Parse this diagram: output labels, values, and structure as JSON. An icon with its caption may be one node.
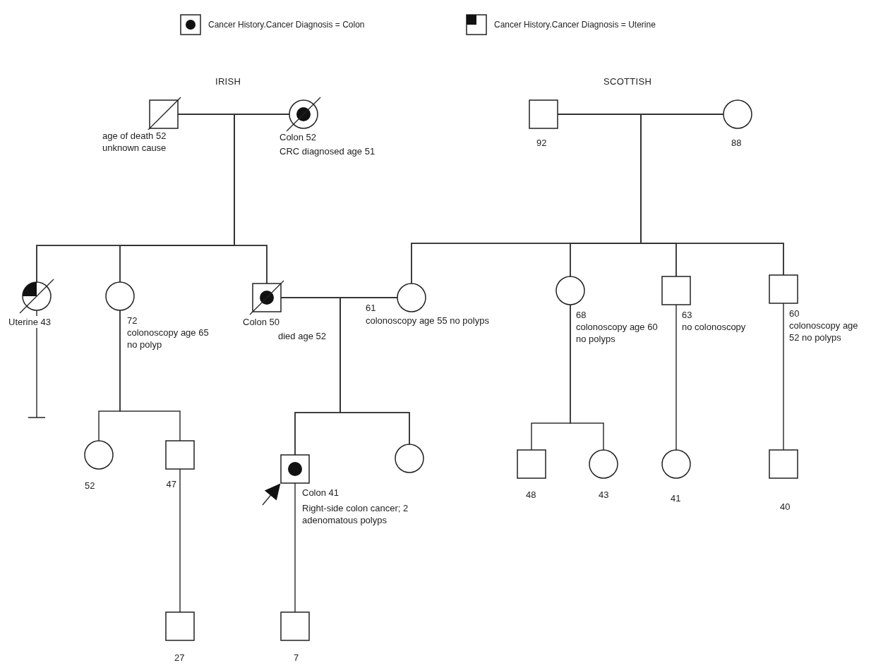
{
  "diagram": {
    "nodes": [
      {
        "text": [],
        "shape": "box",
        "beside": [
          "age of death 52 unknown cause"
        ]
      },
      {
        "text": [],
        "shape": "circle",
        "beside": [
          "Colon 52",
          "CRC diagnosed age 51"
        ]
      },
      {
        "text": [],
        "shape": "box",
        "beside": [
          "92"
        ]
      },
      {
        "text": [],
        "shape": "circle",
        "beside": [
          "88"
        ]
      },
      {
        "text": [],
        "shape": "circle",
        "beside": [
          "Uterine 43"
        ]
      },
      {
        "text": [],
        "shape": "circle",
        "beside": [
          "72",
          "colonoscopy age 65 no polyp"
        ]
      },
      {
        "text": [],
        "shape": "box",
        "beside": [
          "Colon 50",
          "died age 52"
        ]
      },
      {
        "text": [],
        "shape": "circle",
        "beside": [
          "61",
          "colonoscopy age 55 no polyps"
        ]
      },
      {
        "text": [],
        "shape": "circle",
        "beside": [
          "68",
          "colonoscopy age 60 no polyps"
        ]
      },
      {
        "text": [],
        "shape": "box",
        "beside": [
          "63",
          "no colonoscopy"
        ]
      },
      {
        "text": [],
        "shape": "box",
        "beside": [
          "60",
          "colonoscopy age 52 no polyps"
        ]
      },
      {
        "text": [],
        "shape": "circle",
        "beside": [
          "52"
        ]
      },
      {
        "text": [],
        "shape": "box",
        "beside": [
          "47"
        ]
      },
      {
        "text": [],
        "shape": "box",
        "beside": [
          "Colon 41",
          "Right-side colon cancer; 2 adenomatous polyps"
        ]
      },
      {
        "text": [],
        "shape": "circle"
      },
      {
        "text": [],
        "shape": "box",
        "beside": [
          "48"
        ]
      },
      {
        "text": [],
        "shape": "circle",
        "beside": [
          "43"
        ]
      },
      {
        "text": [],
        "shape": "circle",
        "beside": [
          "41"
        ]
      },
      {
        "text": [],
        "shape": "box",
        "beside": [
          "40"
        ]
      },
      {
        "text": [],
        "shape": "box",
        "beside": [
          "27"
        ]
      },
      {
        "text": [],
        "shape": "box",
        "beside": [
          "7"
        ]
      }
    ],
    "edges": [
      {
        "from": 0,
        "to": 1,
        "arrow": "none"
      },
      {
        "from": 2,
        "to": 3,
        "arrow": "none"
      },
      {
        "from": 0,
        "to": 4,
        "arrow": "none"
      },
      {
        "from": 1,
        "to": 4,
        "arrow": "none"
      },
      {
        "from": 0,
        "to": 5,
        "arrow": "none"
      },
      {
        "from": 1,
        "to": 5,
        "arrow": "none"
      },
      {
        "from": 0,
        "to": 6,
        "arrow": "none"
      },
      {
        "from": 1,
        "to": 6,
        "arrow": "none"
      },
      {
        "from": 2,
        "to": 7,
        "arrow": "none"
      },
      {
        "from": 3,
        "to": 7,
        "arrow": "none"
      },
      {
        "from": 2,
        "to": 8,
        "arrow": "none"
      },
      {
        "from": 3,
        "to": 8,
        "arrow": "none"
      },
      {
        "from": 2,
        "to": 9,
        "arrow": "none"
      },
      {
        "from": 3,
        "to": 9,
        "arrow": "none"
      },
      {
        "from": 2,
        "to": 10,
        "arrow": "none"
      },
      {
        "from": 3,
        "to": 10,
        "arrow": "none"
      },
      {
        "from": 6,
        "to": 7,
        "arrow": "none"
      },
      {
        "from": 6,
        "to": 13,
        "arrow": "none"
      },
      {
        "from": 7,
        "to": 13,
        "arrow": "none"
      },
      {
        "from": 6,
        "to": 14,
        "arrow": "none"
      },
      {
        "from": 7,
        "to": 14,
        "arrow": "none"
      },
      {
        "from": 5,
        "to": 11,
        "arrow": "none"
      },
      {
        "from": 5,
        "to": 12,
        "arrow": "none"
      },
      {
        "from": 12,
        "to": 19,
        "arrow": "none"
      },
      {
        "from": 13,
        "to": 20,
        "arrow": "none"
      },
      {
        "from": 8,
        "to": 15,
        "arrow": "none"
      },
      {
        "from": 8,
        "to": 16,
        "arrow": "none"
      },
      {
        "from": 9,
        "to": 17,
        "arrow": "none"
      },
      {
        "from": 10,
        "to": 18,
        "arrow": "none"
      },
      {
        "from": 4,
        "to": null,
        "arrow": "other"
      },
      {
        "from": null,
        "to": 13,
        "arrow": "to"
      }
    ],
    "labels": [
      "IRISH",
      "SCOTTISH"
    ],
    "legend": [
      {
        "text": "Cancer History.Cancer Diagnosis = Colon"
      },
      {
        "text": "Cancer History.Cancer Diagnosis = Uterine"
      }
    ]
  }
}
